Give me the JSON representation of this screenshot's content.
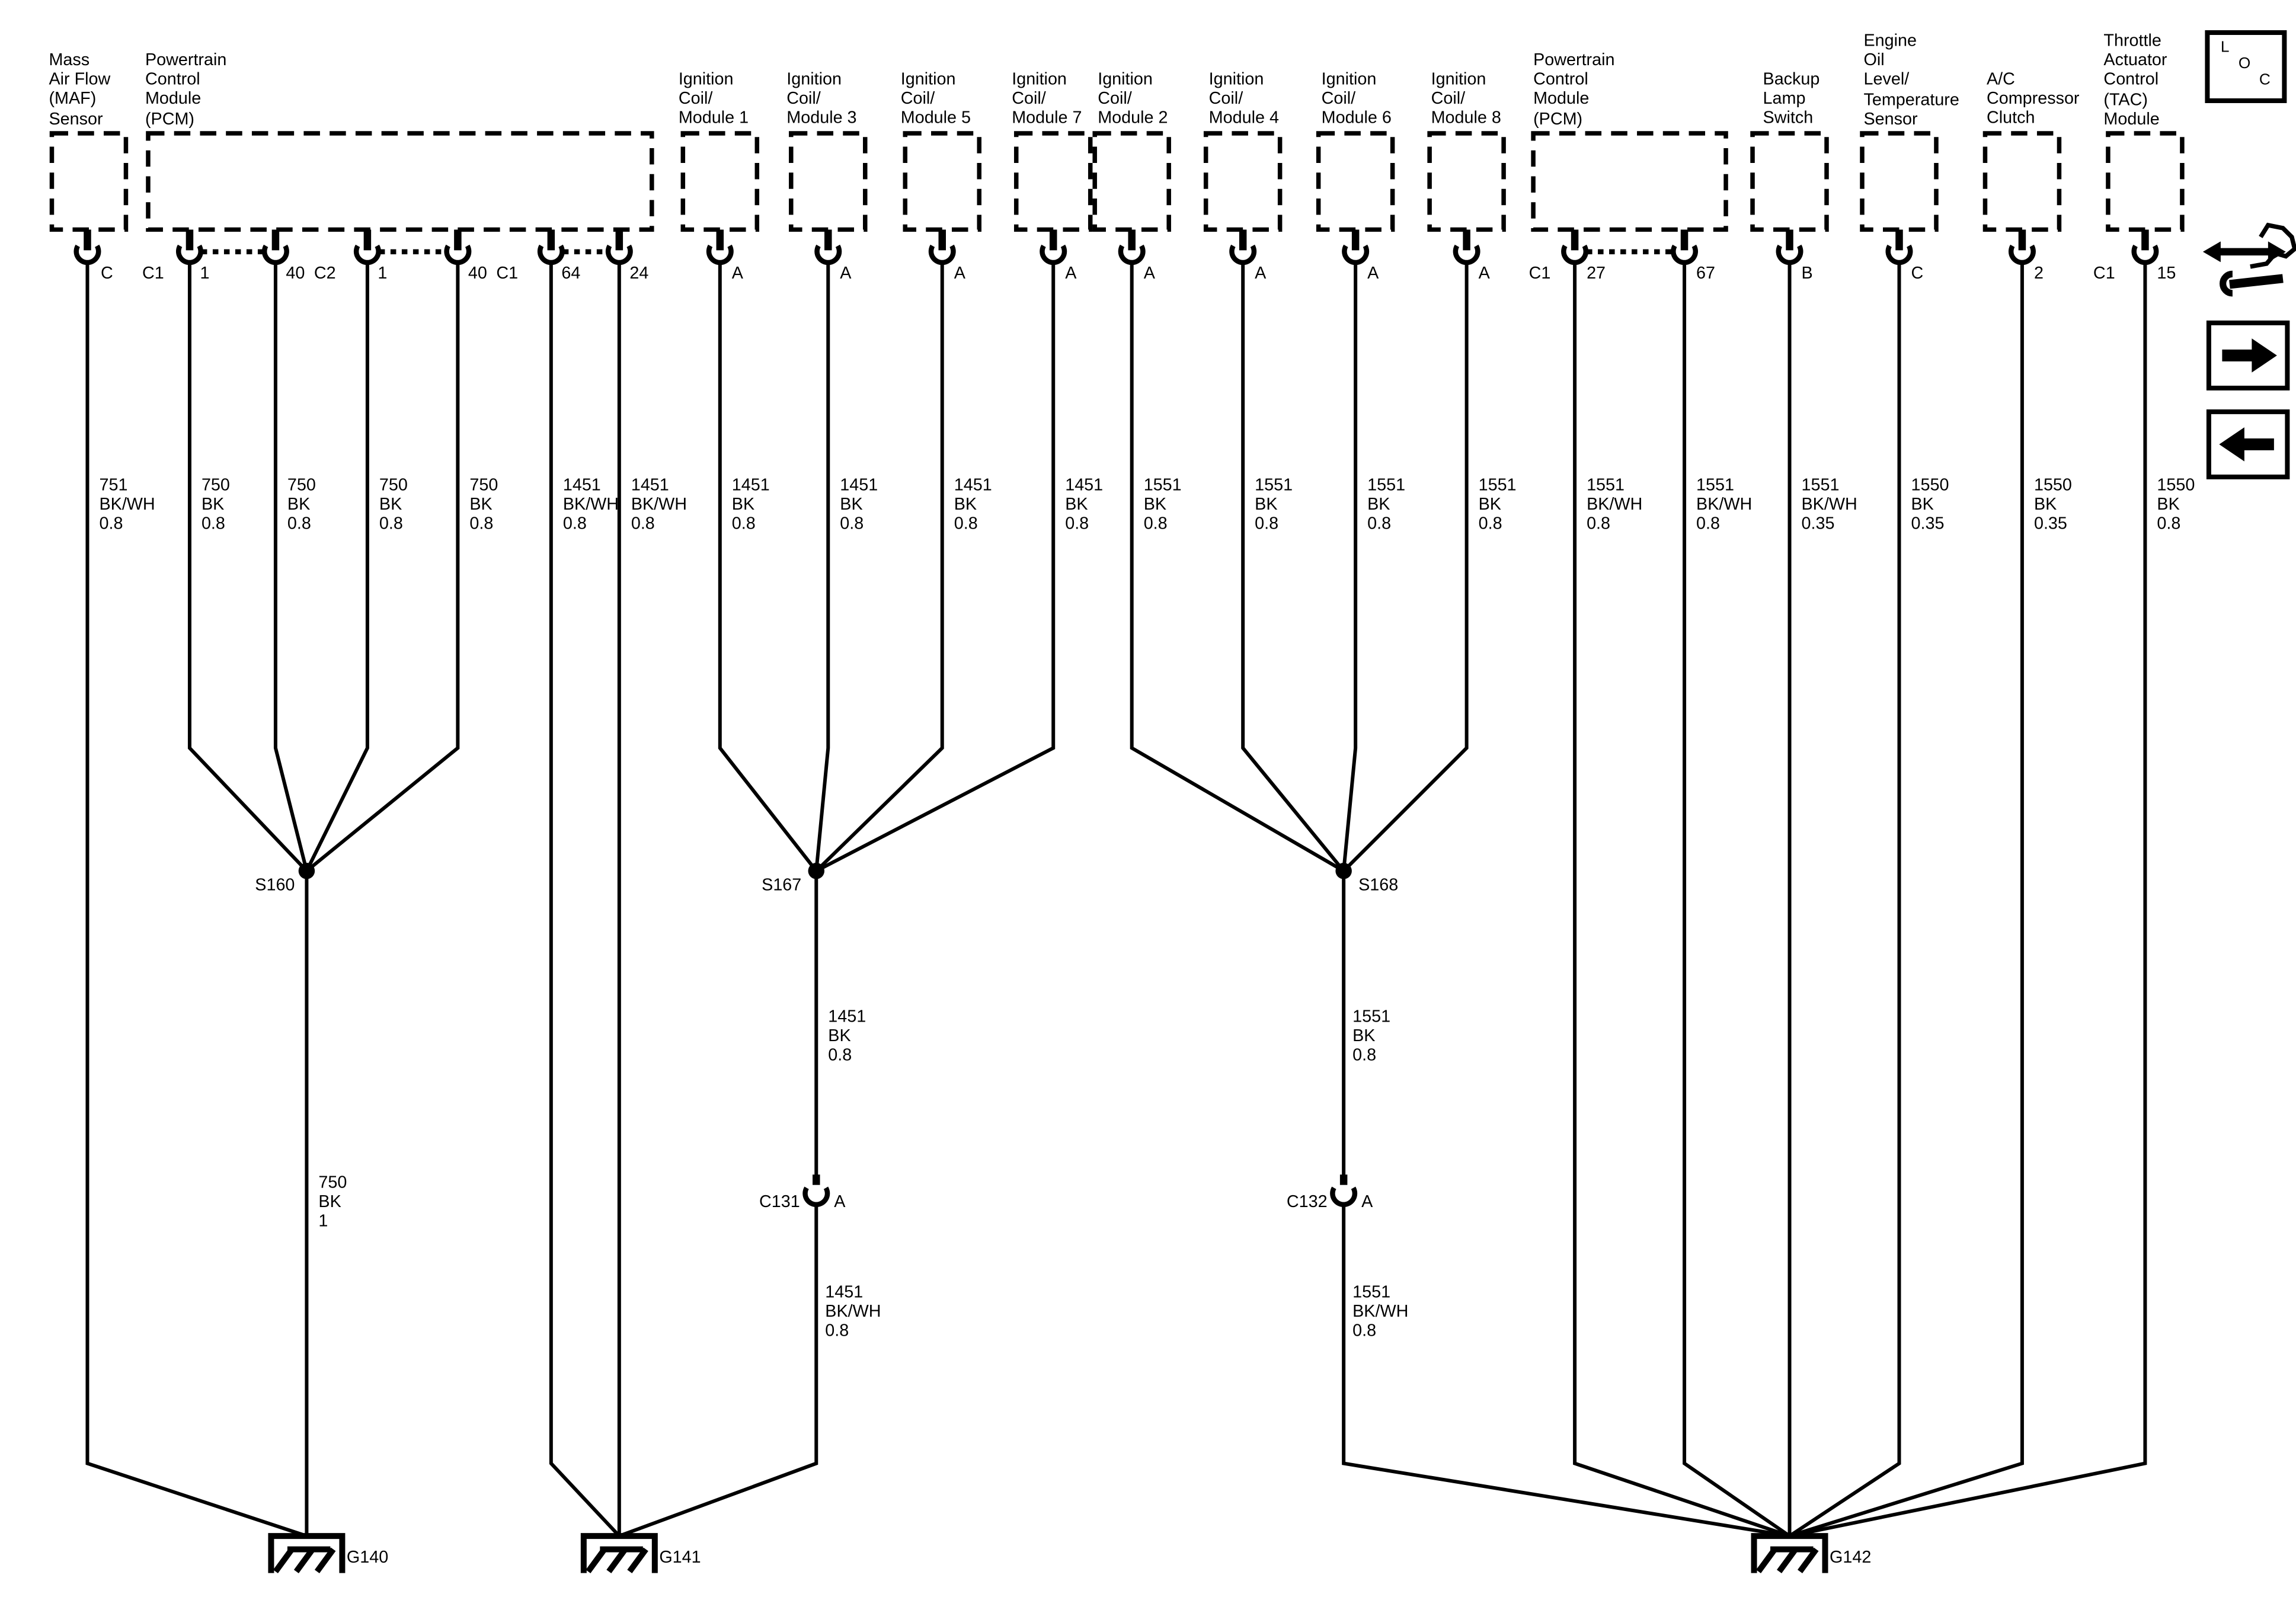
{
  "components": [
    {
      "id": "maf",
      "label": "Mass\nAir Flow\n(MAF)\nSensor"
    },
    {
      "id": "pcm_left",
      "label": "Powertrain\nControl\nModule\n(PCM)"
    },
    {
      "id": "ign_coil_1",
      "label": "Ignition\nCoil/\nModule 1"
    },
    {
      "id": "ign_coil_3",
      "label": "Ignition\nCoil/\nModule 3"
    },
    {
      "id": "ign_coil_5",
      "label": "Ignition\nCoil/\nModule 5"
    },
    {
      "id": "ign_coil_7",
      "label": "Ignition\nCoil/\nModule 7"
    },
    {
      "id": "ign_coil_2",
      "label": "Ignition\nCoil/\nModule 2"
    },
    {
      "id": "ign_coil_4",
      "label": "Ignition\nCoil/\nModule 4"
    },
    {
      "id": "ign_coil_6",
      "label": "Ignition\nCoil/\nModule 6"
    },
    {
      "id": "ign_coil_8",
      "label": "Ignition\nCoil/\nModule 8"
    },
    {
      "id": "pcm_right",
      "label": "Powertrain\nControl\nModule\n(PCM)"
    },
    {
      "id": "backup_lamp_switch",
      "label": "Backup\nLamp\nSwitch"
    },
    {
      "id": "engine_oil_sensor",
      "label": "Engine\nOil\nLevel/\nTemperature\nSensor"
    },
    {
      "id": "ac_compressor_clutch",
      "label": "A/C\nCompressor\nClutch"
    },
    {
      "id": "tac_module",
      "label": "Throttle\nActuator\nControl\n(TAC)\nModule"
    }
  ],
  "pin_labels": [
    "C",
    "C1",
    "1",
    "40",
    "C2",
    "1",
    "40",
    "C1",
    "64",
    "24",
    "A",
    "A",
    "A",
    "A",
    "A",
    "A",
    "A",
    "A",
    "C1",
    "27",
    "67",
    "B",
    "C",
    "2",
    "C1",
    "15"
  ],
  "wire_labels": [
    "751\nBK/WH\n0.8",
    "750\nBK\n0.8",
    "750\nBK\n0.8",
    "750\nBK\n0.8",
    "750\nBK\n0.8",
    "1451\nBK/WH\n0.8",
    "1451\nBK/WH\n0.8",
    "1451\nBK\n0.8",
    "1451\nBK\n0.8",
    "1451\nBK\n0.8",
    "1451\nBK\n0.8",
    "1551\nBK\n0.8",
    "1551\nBK\n0.8",
    "1551\nBK\n0.8",
    "1551\nBK\n0.8",
    "1551\nBK/WH\n0.8",
    "1551\nBK/WH\n0.8",
    "1551\nBK/WH\n0.35",
    "1550\nBK\n0.35",
    "1550\nBK\n0.35",
    "1550\nBK\n0.8"
  ],
  "mid_wire_labels": {
    "s160_out": "750\nBK\n1",
    "s167_out": "1451\nBK\n0.8",
    "c131_out": "1451\nBK/WH\n0.8",
    "s168_out": "1551\nBK\n0.8",
    "c132_out": "1551\nBK/WH\n0.8"
  },
  "splices": [
    "S160",
    "S167",
    "S168"
  ],
  "inline_connectors": [
    {
      "name": "C131",
      "pin": "A"
    },
    {
      "name": "C132",
      "pin": "A"
    }
  ],
  "grounds": [
    "G140",
    "G141",
    "G142"
  ],
  "icons": {
    "loc_letters": [
      "L",
      "O",
      "C"
    ]
  },
  "colors": {
    "line": "#000000",
    "background": "#ffffff"
  }
}
